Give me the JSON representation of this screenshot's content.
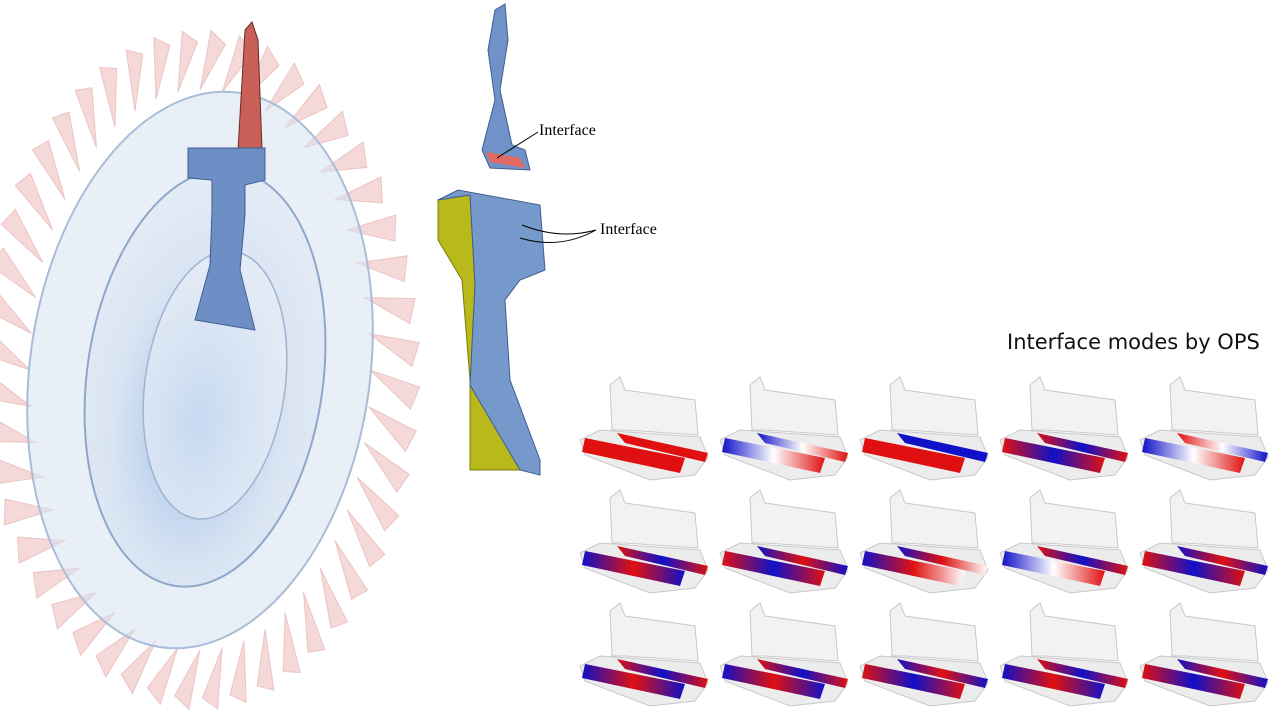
{
  "labels": {
    "blade_interface": "Interface",
    "disk_interface": "Interface",
    "modes_title": "Interface modes by OPS"
  },
  "colors": {
    "blade": "#6f93c9",
    "disk_section": "#b8b81e",
    "blade_root": "#d9635c",
    "mode_positive": "#e01010",
    "mode_negative": "#1010c8",
    "mesh": "#c8c8c8"
  },
  "modes": [
    [
      [
        "r",
        "r",
        "r"
      ],
      [
        "r",
        "r",
        "r"
      ]
    ],
    [
      [
        "b",
        "w",
        "r"
      ],
      [
        "b",
        "w",
        "r"
      ]
    ],
    [
      [
        "b",
        "b",
        "b"
      ],
      [
        "r",
        "r",
        "r"
      ]
    ],
    [
      [
        "r",
        "b",
        "r"
      ],
      [
        "r",
        "b",
        "r"
      ]
    ],
    [
      [
        "r",
        "w",
        "b"
      ],
      [
        "b",
        "w",
        "r"
      ]
    ],
    [
      [
        "r",
        "b",
        "r"
      ],
      [
        "b",
        "r",
        "b"
      ]
    ],
    [
      [
        "b",
        "r",
        "b"
      ],
      [
        "r",
        "b",
        "r"
      ]
    ],
    [
      [
        "b",
        "r",
        "w"
      ],
      [
        "b",
        "r",
        "w"
      ]
    ],
    [
      [
        "r",
        "b",
        "r"
      ],
      [
        "b",
        "w",
        "r"
      ]
    ],
    [
      [
        "b",
        "r",
        "b"
      ],
      [
        "r",
        "b",
        "r"
      ]
    ],
    [
      [
        "r",
        "b",
        "r"
      ],
      [
        "b",
        "r",
        "b"
      ]
    ],
    [
      [
        "r",
        "b",
        "r"
      ],
      [
        "b",
        "r",
        "b"
      ]
    ],
    [
      [
        "b",
        "r",
        "b"
      ],
      [
        "r",
        "b",
        "r"
      ]
    ],
    [
      [
        "r",
        "b",
        "r"
      ],
      [
        "b",
        "r",
        "b"
      ]
    ],
    [
      [
        "b",
        "r",
        "b"
      ],
      [
        "r",
        "b",
        "r"
      ]
    ]
  ]
}
